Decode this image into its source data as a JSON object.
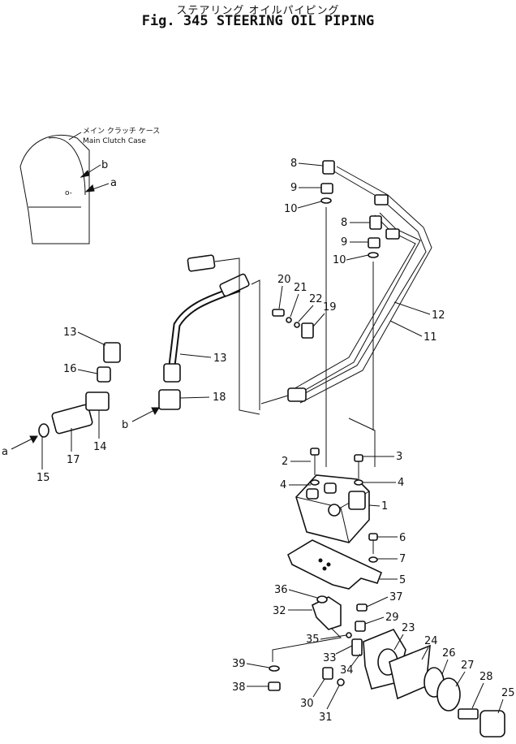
{
  "title_jp": "ステアリング オイルパイピング",
  "title_en": "Fig. 345 STEERING OIL PIPING",
  "case_label_jp": "メイン クラッチ ケース",
  "case_label_en": "Main Clutch Case",
  "view_marks": {
    "a": "a",
    "b": "b"
  },
  "callouts": [
    "1",
    "2",
    "3",
    "4",
    "4",
    "5",
    "6",
    "7",
    "8",
    "8",
    "9",
    "9",
    "10",
    "10",
    "11",
    "12",
    "13",
    "13",
    "14",
    "15",
    "16",
    "17",
    "18",
    "19",
    "20",
    "21",
    "22",
    "23",
    "24",
    "25",
    "26",
    "27",
    "28",
    "29",
    "30",
    "31",
    "32",
    "33",
    "34",
    "35",
    "36",
    "37",
    "38",
    "39"
  ]
}
